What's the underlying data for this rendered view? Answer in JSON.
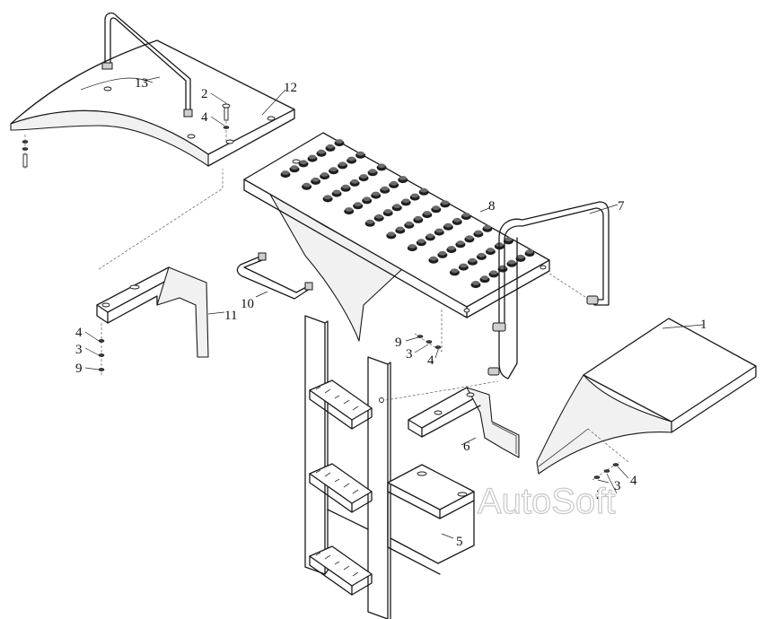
{
  "callouts": {
    "c1": "1",
    "c2a": "2",
    "c2b": "2",
    "c3a": "3",
    "c3b": "3",
    "c3c": "3",
    "c4a": "4",
    "c4b": "4",
    "c4c": "4",
    "c4d": "4",
    "c5": "5",
    "c6": "6",
    "c7": "7",
    "c8": "8",
    "c9a": "9",
    "c9b": "9",
    "c10": "10",
    "c11": "11",
    "c12": "12",
    "c13": "13"
  },
  "watermark": "AutoSoft"
}
